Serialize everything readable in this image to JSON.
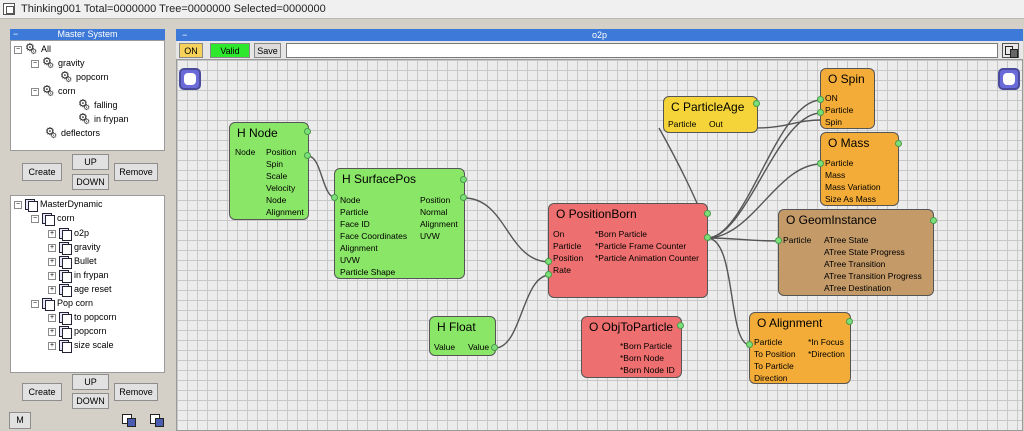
{
  "window": {
    "title": "Thinking001  Total=0000000  Tree=0000000  Selected=0000000"
  },
  "master_system": {
    "header": "Master System",
    "collapse": "−",
    "tree": [
      {
        "label": "All",
        "depth": 0,
        "expander": "−",
        "icon": "gear-icon"
      },
      {
        "label": "gravity",
        "depth": 1,
        "expander": "−",
        "icon": "gear-icon"
      },
      {
        "label": "popcorn",
        "depth": 2,
        "expander": "",
        "icon": "gear-icon"
      },
      {
        "label": "corn",
        "depth": 1,
        "expander": "−",
        "icon": "gear-icon"
      },
      {
        "label": "falling",
        "depth": 2,
        "expander": "",
        "icon": "gear-icon"
      },
      {
        "label": "in frypan",
        "depth": 2,
        "expander": "",
        "icon": "gear-icon"
      },
      {
        "label": "deflectors",
        "depth": 0,
        "expander": "",
        "icon": "gear-icon"
      }
    ],
    "buttons": {
      "create": "Create",
      "up": "UP",
      "down": "DOWN",
      "remove": "Remove"
    }
  },
  "master_dynamic": {
    "tree": [
      {
        "label": "MasterDynamic",
        "depth": 0,
        "expander": "−",
        "icon": "doc-icon"
      },
      {
        "label": "corn",
        "depth": 1,
        "expander": "−",
        "icon": "doc-icon"
      },
      {
        "label": "o2p",
        "depth": 2,
        "expander": "+",
        "icon": "doc-icon"
      },
      {
        "label": "gravity",
        "depth": 2,
        "expander": "+",
        "icon": "doc-icon"
      },
      {
        "label": "Bullet",
        "depth": 2,
        "expander": "+",
        "icon": "doc-icon"
      },
      {
        "label": "in frypan",
        "depth": 2,
        "expander": "+",
        "icon": "doc-icon"
      },
      {
        "label": "age reset",
        "depth": 2,
        "expander": "+",
        "icon": "doc-icon"
      },
      {
        "label": "Pop corn",
        "depth": 1,
        "expander": "−",
        "icon": "doc-icon"
      },
      {
        "label": "to popcorn",
        "depth": 2,
        "expander": "+",
        "icon": "doc-icon"
      },
      {
        "label": "popcorn",
        "depth": 2,
        "expander": "+",
        "icon": "doc-icon"
      },
      {
        "label": "size scale",
        "depth": 2,
        "expander": "+",
        "icon": "doc-icon"
      }
    ],
    "buttons": {
      "create": "Create",
      "up": "UP",
      "down": "DOWN",
      "remove": "Remove"
    }
  },
  "bottom": {
    "m_label": "M"
  },
  "editor": {
    "header": "o2p",
    "collapse": "−",
    "toolbar": {
      "on": "ON",
      "valid": "Valid",
      "save": "Save",
      "name_value": ""
    }
  },
  "nodes": [
    {
      "id": "hnode",
      "title": "H Node",
      "color": "green",
      "labels": [
        "Node",
        "Position",
        "Spin",
        "Scale",
        "Velocity",
        "Node",
        "Alignment"
      ]
    },
    {
      "id": "hsurfacepos",
      "title": "H SurfacePos",
      "color": "green",
      "labels": [
        "Node",
        "Particle",
        "Face ID",
        "Face Coordinates",
        "Alignment",
        "UVW",
        "Particle Shape",
        "Position",
        "Normal",
        "Alignment",
        "UVW"
      ]
    },
    {
      "id": "hfloat",
      "title": "H Float",
      "color": "green",
      "labels": [
        "Value",
        "Value"
      ]
    },
    {
      "id": "opositionborn",
      "title": "O PositionBorn",
      "color": "red",
      "labels": [
        "On",
        "Particle",
        "Position",
        "Rate",
        "*Born Particle",
        "*Particle Frame Counter",
        "*Particle Animation Counter"
      ]
    },
    {
      "id": "oobjtoparticle",
      "title": "O ObjToParticle",
      "color": "red",
      "labels": [
        "*Born Particle",
        "*Born Node",
        "*Born Node ID"
      ]
    },
    {
      "id": "cparticleage",
      "title": "C ParticleAge",
      "color": "yellow",
      "labels": [
        "Particle",
        "Out"
      ]
    },
    {
      "id": "ospin",
      "title": "O Spin",
      "color": "orange",
      "labels": [
        "ON",
        "Particle",
        "Spin"
      ]
    },
    {
      "id": "omass",
      "title": "O Mass",
      "color": "orange",
      "labels": [
        "Particle",
        "Mass",
        "Mass Variation",
        "Size As Mass"
      ]
    },
    {
      "id": "ogeominstance",
      "title": "O GeomInstance",
      "color": "brown",
      "labels": [
        "Particle",
        "ATree State",
        "ATree State Progress",
        "ATree Transition",
        "ATree Transition Progress",
        "ATree Destination"
      ]
    },
    {
      "id": "oalignment",
      "title": "O Alignment",
      "color": "orange",
      "labels": [
        "Particle",
        "To Position",
        "To Particle",
        "Direction",
        "*In Focus",
        "*Direction"
      ]
    }
  ],
  "colors": {
    "header_blue": "#3d79d8",
    "node_green": "#8ae667",
    "node_red": "#ee6f6f",
    "node_yellow": "#f4d438",
    "node_orange": "#f4ac38",
    "node_brown": "#c49a68",
    "valid_green": "#2ee82e",
    "on_yellow": "#f6d25a"
  }
}
